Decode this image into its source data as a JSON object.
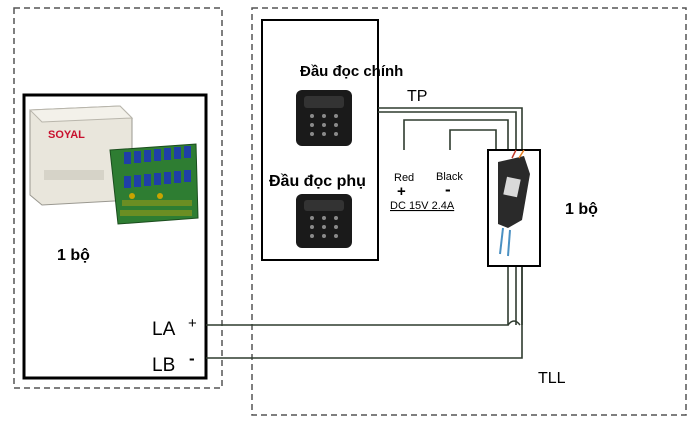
{
  "left_panel": {
    "count_label": "1 bộ",
    "brand_label": "SOYAL",
    "terminals": [
      {
        "name": "LA",
        "sign": "+"
      },
      {
        "name": "LB",
        "sign": "-"
      }
    ]
  },
  "readers": {
    "main_label": "Đầu đọc chính",
    "sub_label": "Đầu đọc phụ"
  },
  "cable": {
    "label": "TP"
  },
  "power": {
    "red_label": "Red",
    "red_sign": "+",
    "black_label": "Black",
    "black_sign": "-",
    "spec_label": "DC 15V 2.4A"
  },
  "right_unit": {
    "count_label": "1 bộ"
  },
  "bus": {
    "label": "TLL"
  },
  "colors": {
    "line": "#000000",
    "wire": "#2f3b2f",
    "box_border": "#000000",
    "dash": "#555555",
    "pcb_green": "#2e7d32",
    "relay_blue": "#1f3fa8",
    "enclosure": "#e9e6dc",
    "brand_red": "#c8102e",
    "reader_black": "#1a1a1a"
  }
}
